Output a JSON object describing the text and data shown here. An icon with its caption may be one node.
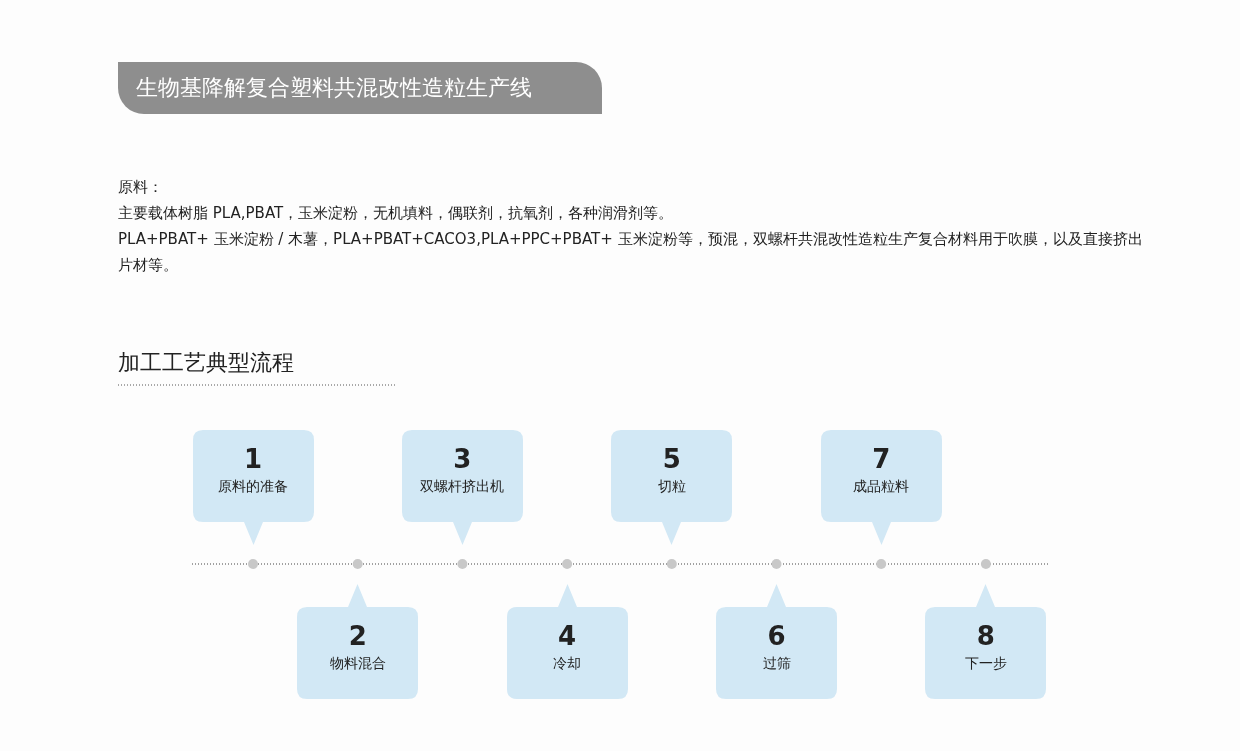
{
  "diagram": {
    "title": "生物基降解复合塑料共混改性造粒生产线",
    "nodes": [
      {
        "text": [
          "1",
          "原料的准备"
        ]
      },
      {
        "text": [
          "2",
          "物料混合"
        ]
      },
      {
        "text": [
          "3",
          "双螺杆挤出机"
        ]
      },
      {
        "text": [
          "4",
          "冷却"
        ]
      },
      {
        "text": [
          "5",
          "切粒"
        ]
      },
      {
        "text": [
          "6",
          "过筛"
        ]
      },
      {
        "text": [
          "7",
          "成品粒料"
        ]
      },
      {
        "text": [
          "8",
          "下一步"
        ]
      }
    ],
    "edges": [],
    "labels": [
      "原料：",
      "主要载体树脂 PLA,PBAT，玉米淀粉，无机填料，偶联剂，抗氧剂，各种润滑剂等。",
      "PLA+PBAT+ 玉米淀粉 / 木薯，PLA+PBAT+CACO3,PLA+PPC+PBAT+ 玉米淀粉等，预混，双螺杆共混改性造粒生产复合材料用于吹膜，以及直接挤出片材等。",
      "加工工艺典型流程"
    ]
  }
}
